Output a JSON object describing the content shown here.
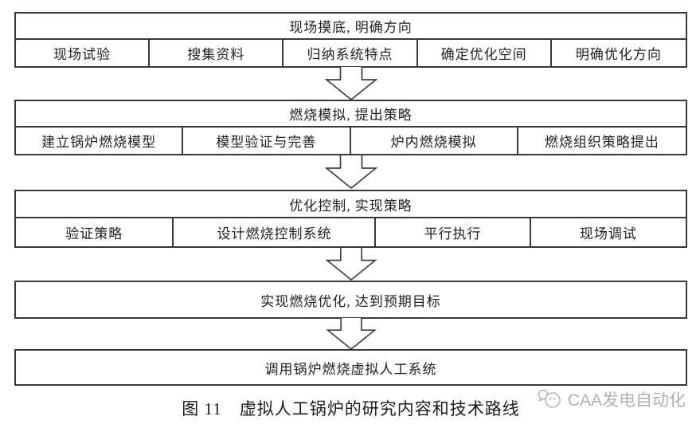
{
  "diagram": {
    "stages": [
      {
        "header": "现场摸底, 明确方向",
        "cells": [
          "现场试验",
          "搜集资料",
          "归纳系统特点",
          "确定优化空间",
          "明确优化方向"
        ]
      },
      {
        "header": "燃烧模拟, 提出策略",
        "cells": [
          "建立锅炉燃烧模型",
          "模型验证与完善",
          "炉内燃烧模拟",
          "燃烧组织策略提出"
        ]
      },
      {
        "header": "优化控制, 实现策略",
        "cells": [
          "验证策略",
          "设计燃烧控制系统",
          "平行执行",
          "现场调试"
        ]
      },
      {
        "header": "实现燃烧优化, 达到预期目标",
        "cells": []
      },
      {
        "header": "调用锅炉燃烧虚拟人工系统",
        "cells": []
      }
    ],
    "caption": "图 11　虚拟人工锅炉的研究内容和技术路线"
  },
  "watermark": {
    "text": "CAA发电自动化"
  },
  "colors": {
    "border": "#383838",
    "text": "#212121",
    "watermark_gray": "#b0b0b0",
    "background": "#ffffff"
  }
}
